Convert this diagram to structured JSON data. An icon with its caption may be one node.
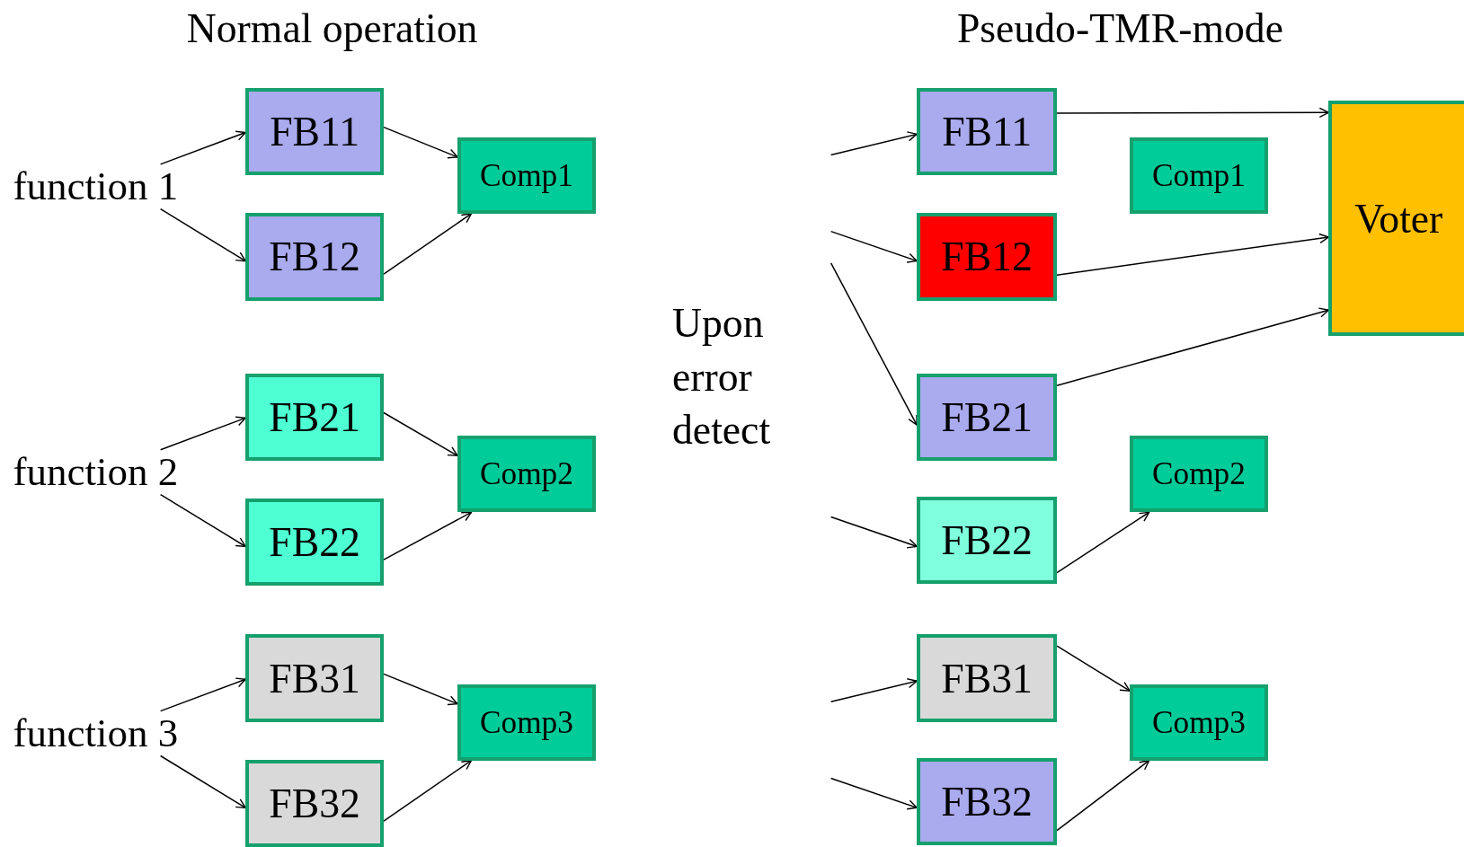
{
  "diagram": {
    "nodes": [
      {
        "text": [
          "function 1"
        ]
      },
      {
        "text": [
          "FB11"
        ]
      },
      {
        "text": [
          "FB12"
        ]
      },
      {
        "text": [
          "Comp1"
        ]
      },
      {
        "text": [
          "function 2"
        ]
      },
      {
        "text": [
          "FB21"
        ]
      },
      {
        "text": [
          "FB22"
        ]
      },
      {
        "text": [
          "Comp2"
        ]
      },
      {
        "text": [
          "function 3"
        ]
      },
      {
        "text": [
          "FB31"
        ]
      },
      {
        "text": [
          "FB32"
        ]
      },
      {
        "text": [
          "Comp3"
        ]
      },
      {
        "text": [
          "FB11"
        ]
      },
      {
        "text": [
          "FB12"
        ]
      },
      {
        "text": [
          "Comp1"
        ]
      },
      {
        "text": [
          "Voter"
        ]
      },
      {
        "text": [
          "FB21"
        ]
      },
      {
        "text": [
          "FB22"
        ]
      },
      {
        "text": [
          "Comp2"
        ]
      },
      {
        "text": [
          "FB31"
        ]
      },
      {
        "text": [
          "FB32"
        ]
      },
      {
        "text": [
          "Comp3"
        ]
      }
    ],
    "edges": [
      {
        "from": 0,
        "to": 1,
        "arrow": "to"
      },
      {
        "from": 0,
        "to": 2,
        "arrow": "to"
      },
      {
        "from": 1,
        "to": 3,
        "arrow": "to"
      },
      {
        "from": 2,
        "to": 3,
        "arrow": "to"
      },
      {
        "from": 4,
        "to": 5,
        "arrow": "to"
      },
      {
        "from": 4,
        "to": 6,
        "arrow": "to"
      },
      {
        "from": 5,
        "to": 7,
        "arrow": "to"
      },
      {
        "from": 6,
        "to": 7,
        "arrow": "to"
      },
      {
        "from": 8,
        "to": 9,
        "arrow": "to"
      },
      {
        "from": 8,
        "to": 10,
        "arrow": "to"
      },
      {
        "from": 9,
        "to": 11,
        "arrow": "to"
      },
      {
        "from": 10,
        "to": 11,
        "arrow": "to"
      },
      {
        "from": null,
        "to": 12,
        "arrow": "to"
      },
      {
        "from": null,
        "to": 13,
        "arrow": "to"
      },
      {
        "from": null,
        "to": 16,
        "arrow": "to"
      },
      {
        "from": null,
        "to": 17,
        "arrow": "to"
      },
      {
        "from": null,
        "to": 19,
        "arrow": "to"
      },
      {
        "from": null,
        "to": 20,
        "arrow": "to"
      },
      {
        "from": 12,
        "to": 15,
        "arrow": "to"
      },
      {
        "from": 13,
        "to": 15,
        "arrow": "to"
      },
      {
        "from": 16,
        "to": 15,
        "arrow": "to"
      },
      {
        "from": 17,
        "to": 18,
        "arrow": "to"
      },
      {
        "from": 19,
        "to": 21,
        "arrow": "to"
      },
      {
        "from": 20,
        "to": 21,
        "arrow": "to"
      }
    ],
    "labels": [
      "Normal operation",
      "Pseudo-TMR-mode",
      "Upon error detect"
    ]
  }
}
